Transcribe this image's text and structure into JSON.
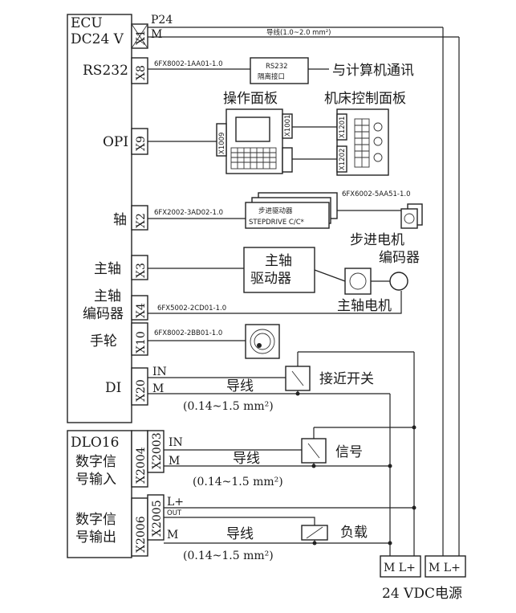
{
  "ecu": {
    "title": "ECU",
    "power": "DC24 V",
    "p24": "P24",
    "m": "M",
    "ports": {
      "x1": "X1",
      "x8": "X8",
      "x9": "X9",
      "x2": "X2",
      "x3": "X3",
      "x4": "X4",
      "x10": "X10",
      "x20": "X20"
    }
  },
  "labels": {
    "rs232": "RS232",
    "opi": "OPI",
    "axis": "轴",
    "spindle": "主轴",
    "spindle_encoder": [
      "主轴",
      "编码器"
    ],
    "handwheel": "手轮",
    "di": "DI"
  },
  "cables": {
    "x1_wire": "导线(1.0~2.0 mm²)",
    "rs232": "6FX8002-1AA01-1.0",
    "axis": "6FX2002-3AD02-1.0",
    "stepper": "6FX6002-5AA51-1.0",
    "encoder": "6FX5002-2CD01-1.0",
    "handwheel": "6FX8002-2BB01-1.0"
  },
  "devices": {
    "rs232_box": [
      "RS232",
      "隔离接口"
    ],
    "pc_comm": "与计算机通讯",
    "op_panel": "操作面板",
    "machine_panel": "机床控制面板",
    "op_ports": {
      "x1009": "X1009",
      "x1001": "X1001"
    },
    "mcp_ports": {
      "x1201": "X1201",
      "x1202": "X1202"
    },
    "stepper_drive": [
      "步进驱动器",
      "STEPDRIVE C/C*"
    ],
    "stepper_motor": [
      "步进电机",
      "编码器"
    ],
    "spindle_drive": [
      "主轴",
      "驱动器"
    ],
    "spindle_motor": "主轴电机",
    "proximity": "接近开关",
    "signal": "信号",
    "load": "负载"
  },
  "wiring": {
    "in": "IN",
    "m": "M",
    "l_plus": "L+",
    "out": "OUT",
    "wire": "导线",
    "wire_size": "(0.14~1.5 mm²)"
  },
  "dlo16": {
    "title": "DLO16",
    "input_label": [
      "数字信",
      "号输入"
    ],
    "output_label": [
      "数字信",
      "号输出"
    ],
    "ports": {
      "x2004": "X2004",
      "x2003": "X2003",
      "x2006": "X2006",
      "x2005": "X2005"
    }
  },
  "power": {
    "terminal": "M L+",
    "label": "24 VDC电源"
  }
}
